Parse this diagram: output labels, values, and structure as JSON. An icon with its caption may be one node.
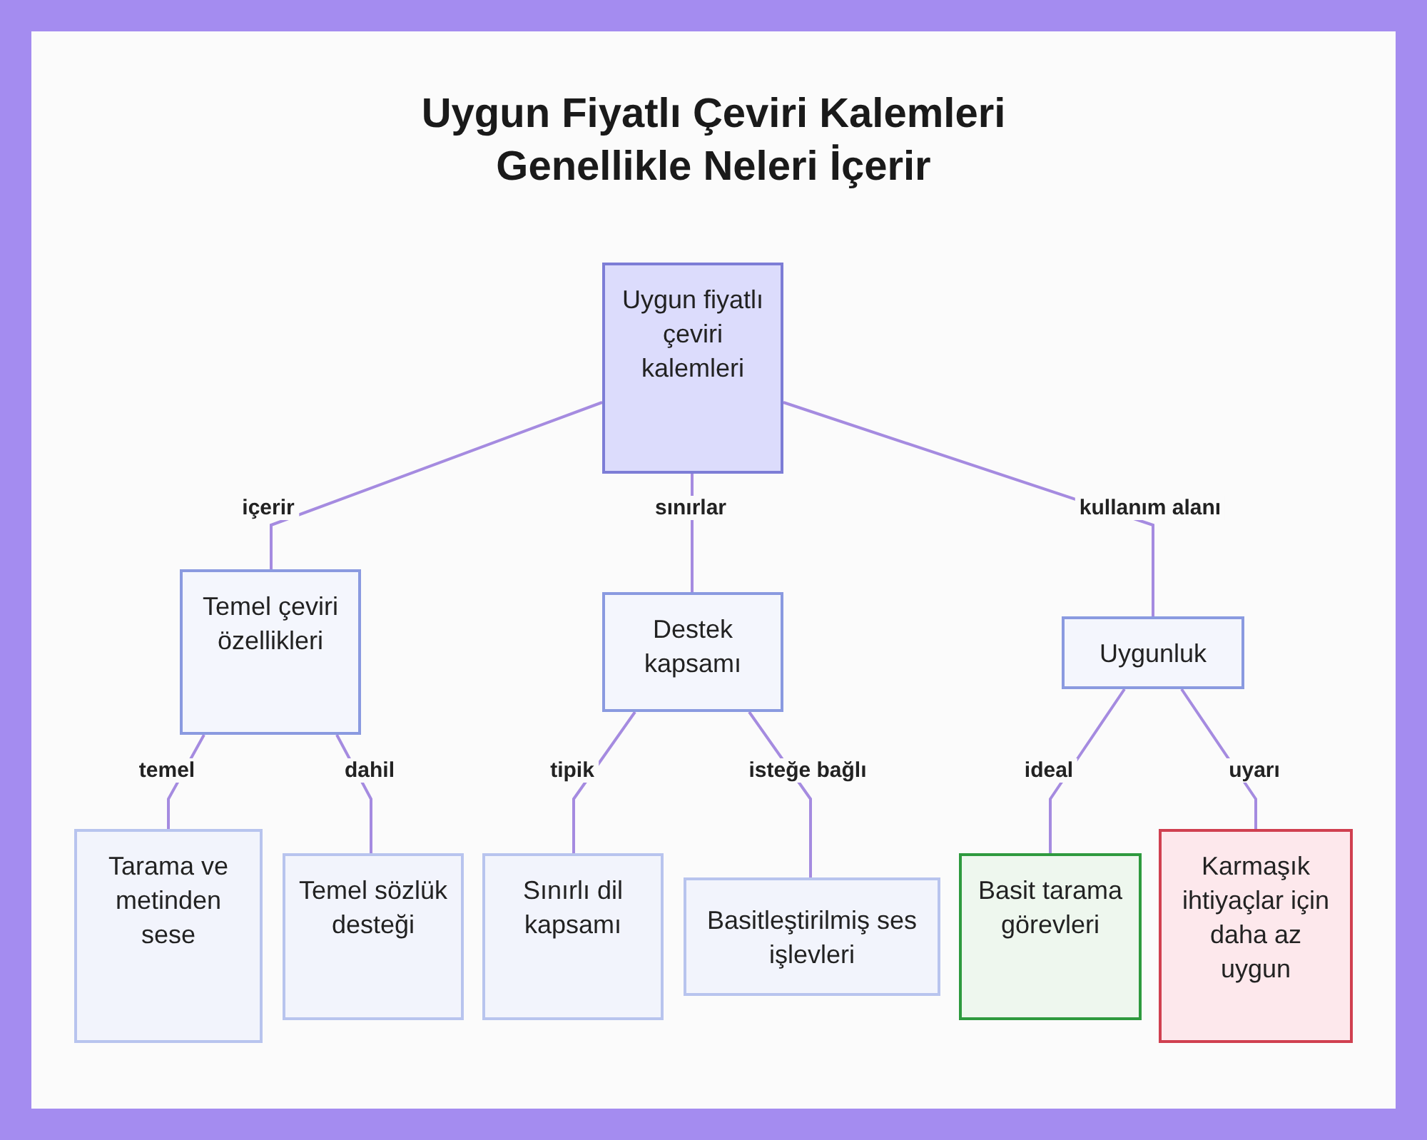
{
  "diagram": {
    "title": "Uygun Fiyatlı Çeviri Kalemleri Genellikle Neleri İçerir",
    "nodes": [
      {
        "text": [
          "Uygun fiyatlı çeviri kalemleri"
        ]
      },
      {
        "text": [
          "Temel çeviri özellikleri"
        ]
      },
      {
        "text": [
          "Destek kapsamı"
        ]
      },
      {
        "text": [
          "Uygunluk"
        ]
      },
      {
        "text": [
          "Tarama ve metinden sese"
        ]
      },
      {
        "text": [
          "Temel sözlük desteği"
        ]
      },
      {
        "text": [
          "Sınırlı dil kapsamı"
        ]
      },
      {
        "text": [
          "Basitleştirilmiş ses işlevleri"
        ]
      },
      {
        "text": [
          "Basit tarama görevleri"
        ]
      },
      {
        "text": [
          "Karmaşık ihtiyaçlar için daha az uygun"
        ]
      }
    ],
    "edges": [
      {
        "from": 0,
        "to": 1,
        "arrow": "none",
        "label": "içerir"
      },
      {
        "from": 0,
        "to": 2,
        "arrow": "none",
        "label": "sınırlar"
      },
      {
        "from": 0,
        "to": 3,
        "arrow": "none",
        "label": "kullanım alanı"
      },
      {
        "from": 1,
        "to": 4,
        "arrow": "none",
        "label": "temel"
      },
      {
        "from": 1,
        "to": 5,
        "arrow": "none",
        "label": "dahil"
      },
      {
        "from": 2,
        "to": 6,
        "arrow": "none",
        "label": "tipik"
      },
      {
        "from": 2,
        "to": 7,
        "arrow": "none",
        "label": "isteğe bağlı"
      },
      {
        "from": 3,
        "to": 8,
        "arrow": "none",
        "label": "ideal"
      },
      {
        "from": 3,
        "to": 9,
        "arrow": "none",
        "label": "uyarı"
      }
    ]
  }
}
